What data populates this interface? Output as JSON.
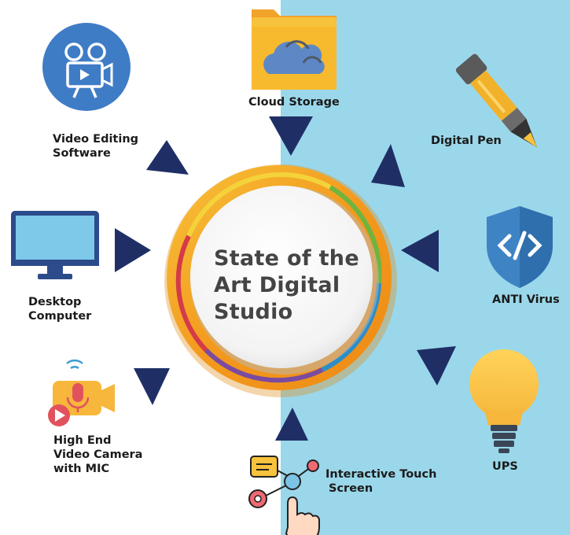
{
  "center": {
    "line1": "State of the",
    "line2": "Art Digital",
    "line3": "Studio"
  },
  "items": [
    {
      "key": "cloud",
      "icon": "cloud-folder-icon",
      "line1": "Cloud Storage"
    },
    {
      "key": "pen",
      "icon": "digital-pen-icon",
      "line1": "Digital Pen"
    },
    {
      "key": "antivirus",
      "icon": "shield-code-icon",
      "line1": "ANTI Virus"
    },
    {
      "key": "ups",
      "icon": "light-bulb-icon",
      "line1": "UPS"
    },
    {
      "key": "touch",
      "icon": "touch-screen-icon",
      "line1": "Interactive Touch",
      "line2": "Screen"
    },
    {
      "key": "camera",
      "icon": "video-camera-mic-icon",
      "line1": "High End",
      "line2": "Video Camera",
      "line3": "with MIC"
    },
    {
      "key": "desktop",
      "icon": "desktop-monitor-icon",
      "line1": "Desktop",
      "line2": "Computer"
    },
    {
      "key": "video",
      "icon": "video-projector-icon",
      "line1": "Video Editing",
      "line2": "Software"
    }
  ],
  "colors": {
    "background_right": "#9bd7ea",
    "arrow": "#1f2f66",
    "ring_orange": "#f5a11c",
    "center_text": "#444444"
  }
}
